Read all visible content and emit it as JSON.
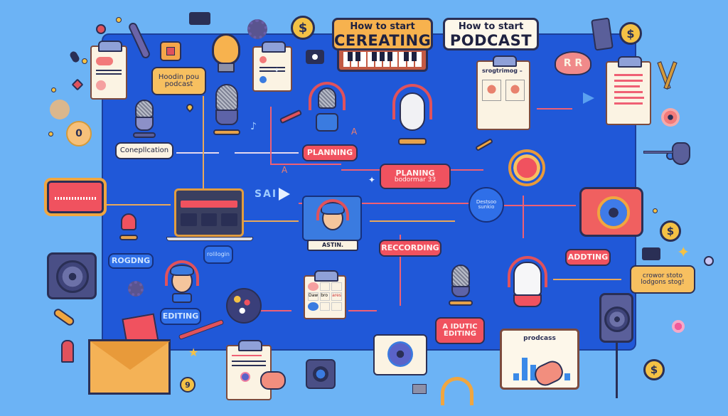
{
  "scene": {
    "description": "Podcast workflow infographic illustration",
    "colors": {
      "background": "#6cb3f5",
      "board": "#2058d8",
      "accent_red": "#f0525f",
      "accent_orange": "#f7b24e",
      "accent_blue_pill": "#2f6fe8",
      "cream": "#fbf3e3",
      "outline": "#2a2f55"
    }
  },
  "title_cards": [
    {
      "small": "How to start",
      "large": "CEREATING"
    },
    {
      "small": "How to start",
      "large": "PODCAST"
    }
  ],
  "labels": {
    "how_to_podcast": "Hoodin pou\npodcast",
    "conceptualization": "Conepllcation",
    "planning_top": "PLANNING",
    "planning_box": {
      "title": "PLANING",
      "subtitle": "bodormar 33"
    },
    "circle_node": "Destsoo\nsunkio",
    "sai": "SAI",
    "recording_left": "ROGDNG",
    "rolllogin": "rolilogin",
    "editing_left": "EDITING",
    "astin": "ASTIN.",
    "recording_center": "RECCORDING",
    "audio_editing": "A IDUTIC\nEDITING",
    "adding": "ADDTING",
    "crowd_note": "crowor stoto\nlodgons stog!",
    "storyboard_heading": "srogtrimog –",
    "chart_board_title": "prodcass",
    "planner_cells": [
      "Daw",
      "bro",
      "ares"
    ],
    "bubble_letters": "R R"
  },
  "coins": [
    "$",
    "$",
    "$",
    "$",
    "9",
    "0"
  ],
  "icons": [
    "clipboard-icon",
    "pencil-icon",
    "camera-icon",
    "light-bulb-icon",
    "gear-icon",
    "coin-icon",
    "microphone-icon",
    "headphones-icon",
    "laptop-icon",
    "soundwave-icon",
    "speaker-icon",
    "envelope-icon",
    "book-icon",
    "pen-icon",
    "planner-icon",
    "chart-board-icon",
    "camera-bag-icon",
    "boom-mic-icon",
    "piano-keys-icon",
    "play-icon",
    "location-pin-icon",
    "music-note-icon",
    "sparkle-icon"
  ]
}
